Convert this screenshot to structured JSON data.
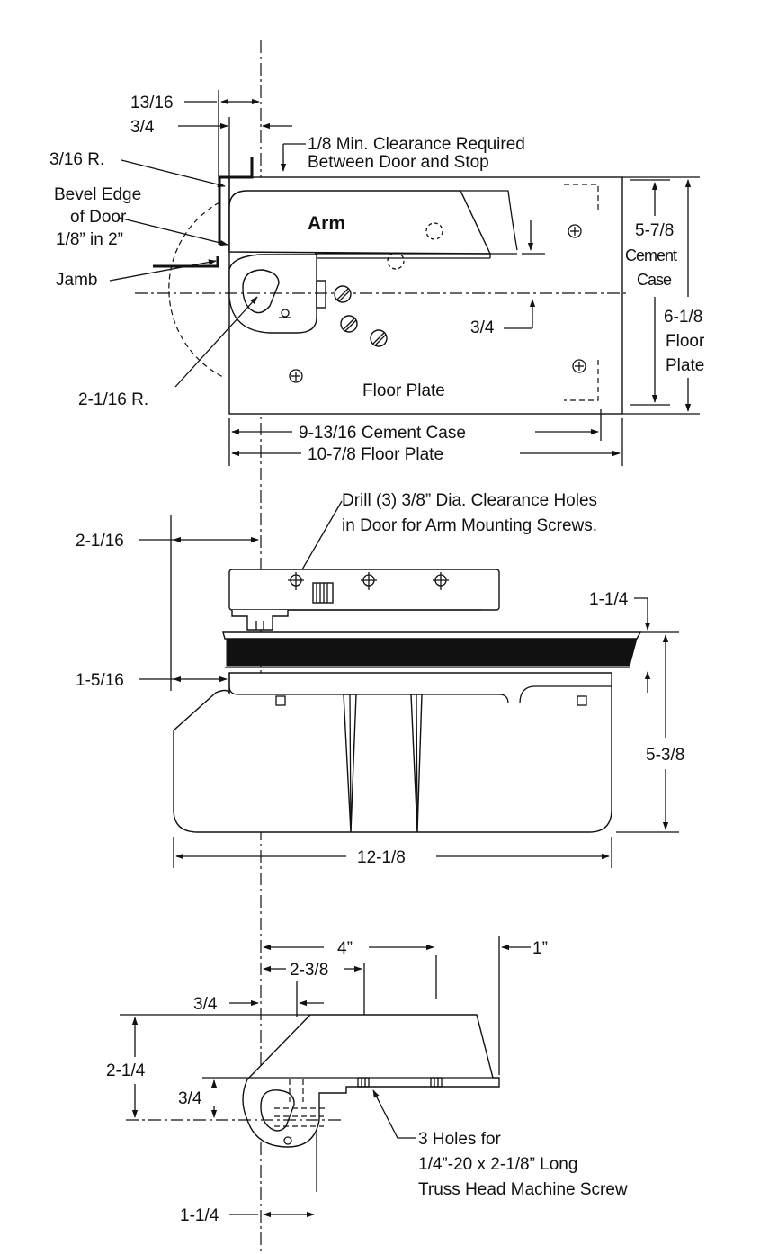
{
  "top_view": {
    "dim_13_16": "13/16",
    "dim_3_4_top": "3/4",
    "clearance_line1": "1/8 Min. Clearance Required",
    "clearance_line2": "Between Door and Stop",
    "radius_3_16": "3/16 R.",
    "bevel_line1": "Bevel Edge",
    "bevel_line2": "of Door",
    "bevel_line3": "1/8” in 2”",
    "jamb": "Jamb",
    "arm": "Arm",
    "dim_3_4_mid": "3/4",
    "radius_2_1_16": "2-1/16 R.",
    "floor_plate": "Floor Plate",
    "cement_case_h1": "5-7/8",
    "cement_case_h2": "Cement",
    "cement_case_h3": "Case",
    "floor_plate_h1": "6-1/8",
    "floor_plate_h2": "Floor",
    "floor_plate_h3": "Plate",
    "cement_case_w": "9-13/16 Cement Case",
    "floor_plate_w": "10-7/8 Floor Plate"
  },
  "side_view": {
    "drill_line1": "Drill (3) 3/8” Dia. Clearance Holes",
    "drill_line2": "in Door for Arm Mounting Screws.",
    "dim_2_1_16": "2-1/16",
    "dim_1_1_4": "1-1/4",
    "dim_1_5_16": "1-5/16",
    "dim_5_3_8": "5-3/8",
    "dim_12_1_8": "12-1/8"
  },
  "arm_view": {
    "dim_4": "4”",
    "dim_1": "1”",
    "dim_2_3_8": "2-3/8",
    "dim_3_4_a": "3/4",
    "dim_2_1_4": "2-1/4",
    "dim_3_4_b": "3/4",
    "holes_line1": "3 Holes for",
    "holes_line2": "1/4”-20 x 2-1/8” Long",
    "holes_line3": "Truss Head Machine Screw",
    "dim_1_1_4": "1-1/4"
  }
}
